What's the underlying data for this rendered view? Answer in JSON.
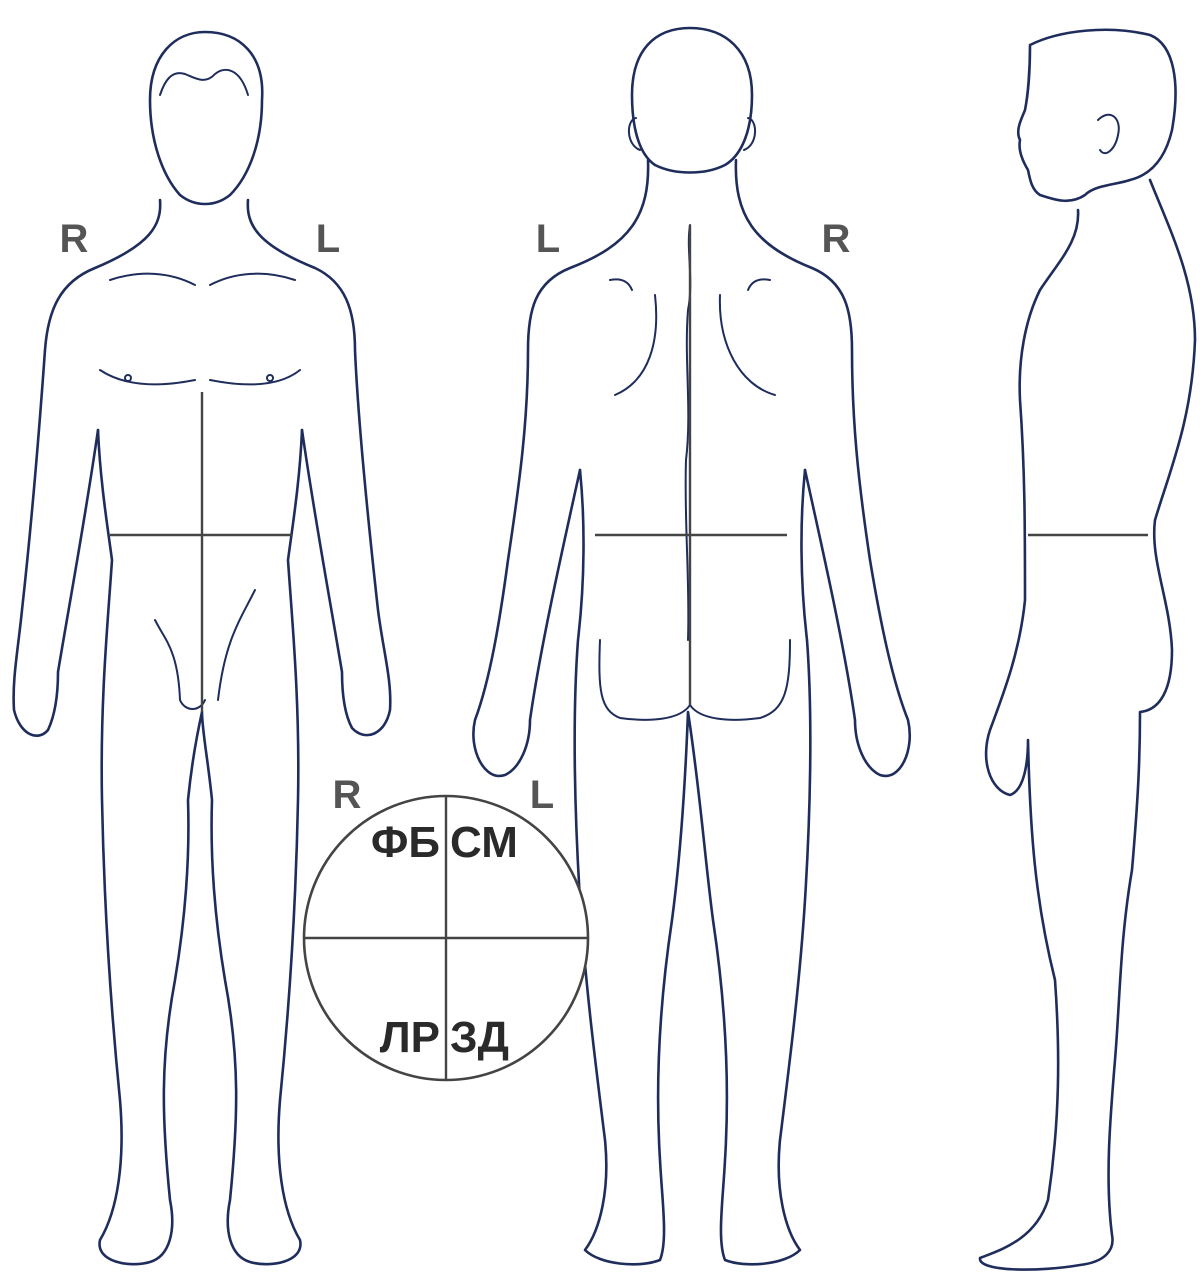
{
  "figures": {
    "front": {
      "label_left": "R",
      "label_right": "L"
    },
    "back": {
      "label_left": "L",
      "label_right": "R"
    }
  },
  "quadrant_key": {
    "label_left": "R",
    "label_right": "L",
    "top_left": "ФБ",
    "top_right": "СМ",
    "bottom_left": "ЛР",
    "bottom_right": "ЗД"
  },
  "colors": {
    "outline": "#1f2d5c",
    "guide": "#444444",
    "label": "#555555"
  }
}
